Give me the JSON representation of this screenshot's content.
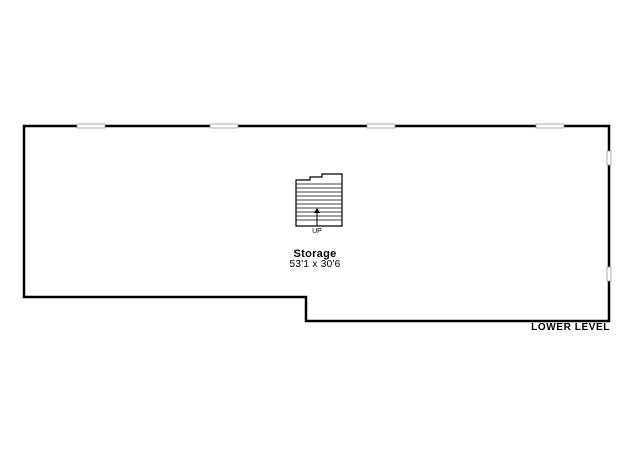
{
  "room": {
    "name": "Storage",
    "dimensions": "53'1 x 30'6"
  },
  "stairs": {
    "direction_label": "UP"
  },
  "level": {
    "label": "LOWER LEVEL"
  },
  "colors": {
    "wall": "#000000",
    "window": "#bbbbbb",
    "background": "#ffffff"
  }
}
